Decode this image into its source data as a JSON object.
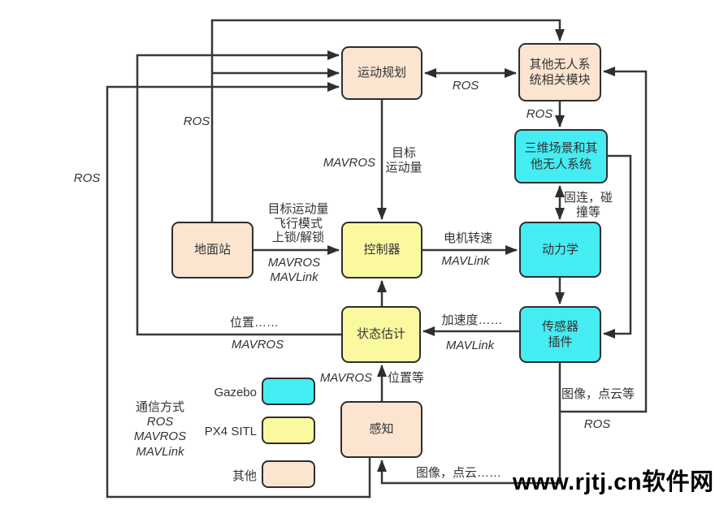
{
  "diagram": {
    "nodes": {
      "motion_planning": "运动规划",
      "other_uas_modules": "其他无人系\n统相关模块",
      "scene_3d": "三维场景和其\n他无人系统",
      "ground_station": "地面站",
      "controller": "控制器",
      "dynamics": "动力学",
      "state_estimation": "状态估计",
      "sensor_plugin": "传感器\n插件",
      "perception": "感知"
    },
    "edge_labels": {
      "ros_perception_to_planning": "ROS",
      "ros_ground_station": "ROS",
      "ros_planning_other": "ROS",
      "ros_other_to_scene": "ROS",
      "mavros_planning_to_controller": "MAVROS",
      "target_motion": "目标\n运动量",
      "ground_to_controller_data": "目标运动量\n飞行模式\n上锁/解锁",
      "ground_to_controller_protocols": "MAVROS\nMAVLink",
      "motor_speed": "电机转速",
      "mavlink_controller_to_dynamics": "MAVLink",
      "acceleration": "加速度……",
      "mavlink_sensor_to_state": "MAVLink",
      "position_to_planning": "位置……",
      "mavros_state_to_planning": "MAVROS",
      "mavros_perception_to_state": "MAVROS",
      "position_etc": "位置等",
      "fixed_collision": "固连，碰\n撞等",
      "image_pointcloud_etc": "图像，点云等",
      "ros_sensor_to_other": "ROS",
      "image_pointcloud_dots": "图像，点云……"
    },
    "legend": {
      "comm_title": "通信方式",
      "comm_protocols": "ROS\nMAVROS\nMAVLink",
      "items": [
        {
          "label": "Gazebo",
          "color": "#45ecf2"
        },
        {
          "label": "PX4 SITL",
          "color": "#fbf9a0"
        },
        {
          "label": "其他",
          "color": "#fbe4d0"
        }
      ]
    },
    "colors": {
      "gazebo_cyan": "#45ecf2",
      "px4_yellow": "#fbf9a0",
      "other_peach": "#fbe4d0",
      "line": "#383838"
    },
    "watermark": "www.rjtj.cn软件网"
  }
}
